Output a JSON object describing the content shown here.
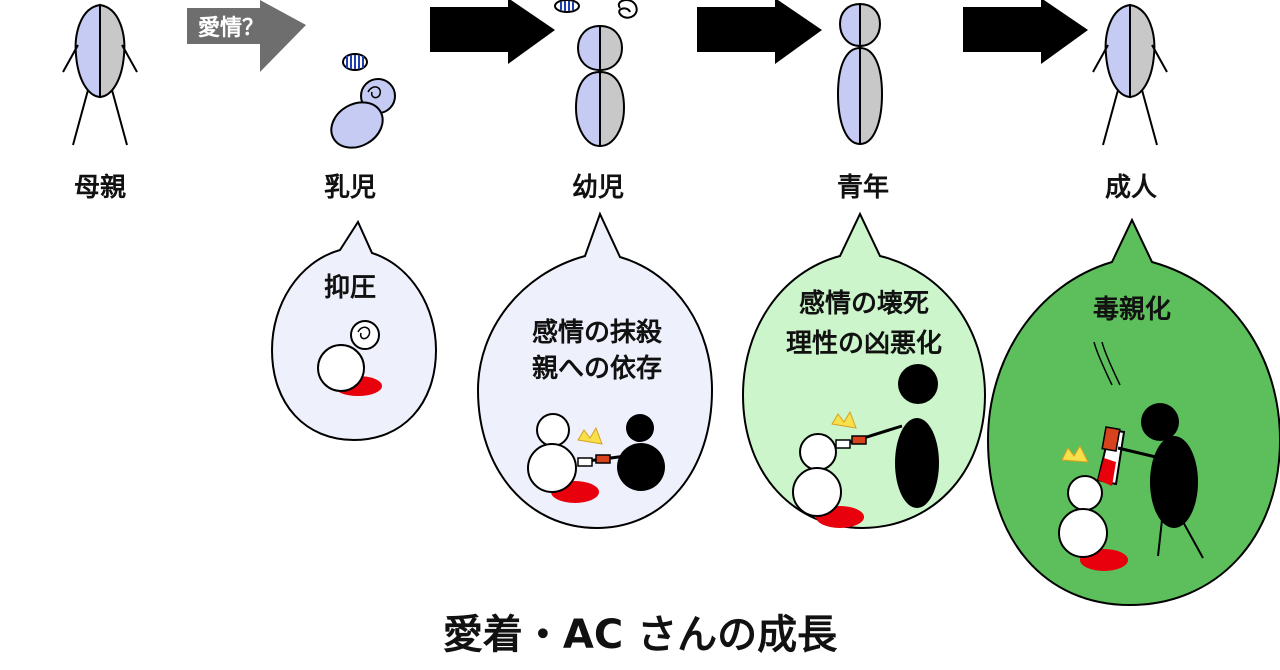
{
  "stages": [
    {
      "label": "母親"
    },
    {
      "label": "乳児"
    },
    {
      "label": "幼児"
    },
    {
      "label": "青年"
    },
    {
      "label": "成人"
    }
  ],
  "arrow_label": "愛情？",
  "bubbles": [
    {
      "lines": [
        "抑圧"
      ],
      "fill": "#eef0fb"
    },
    {
      "lines": [
        "感情の抹殺",
        "親への依存"
      ],
      "fill": "#eef0fb"
    },
    {
      "lines": [
        "感情の壊死",
        "理性の凶悪化"
      ],
      "fill": "#ccf5cc"
    },
    {
      "lines": [
        "毒親化"
      ],
      "fill": "#5cbf5c"
    }
  ],
  "title": "愛着・AC さんの成長",
  "colors": {
    "body_left": "#c5cbf2",
    "body_right": "#c8c8c8",
    "blood": "#e8000c",
    "spark": "#f7e04a",
    "knife_handle": "#d8431e",
    "gray_arrow": "#6e6e6e"
  }
}
